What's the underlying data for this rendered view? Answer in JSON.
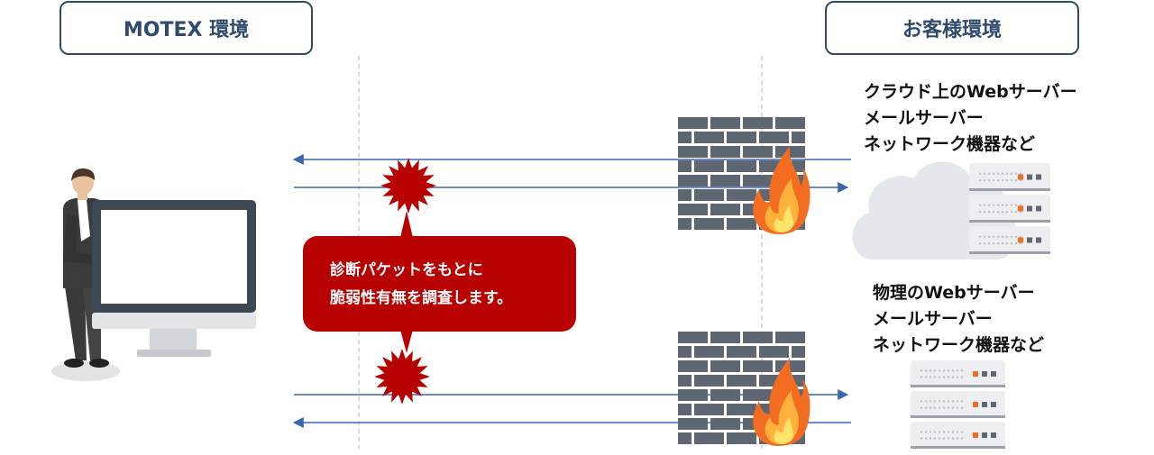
{
  "environments": {
    "left_label": "MOTEX 環境",
    "right_label": "お客様環境"
  },
  "cloud_targets": {
    "lines": [
      "クラウド上のWebサーバー",
      "メールサーバー",
      "ネットワーク機器など"
    ]
  },
  "physical_targets": {
    "lines": [
      "物理のWebサーバー",
      "メールサーバー",
      "ネットワーク機器など"
    ]
  },
  "callout": {
    "lines": [
      "診断パケットをもとに",
      "脆弱性有無を調査します。"
    ]
  },
  "colors": {
    "navy": "#2f4a6b",
    "callout_red": "#b70000",
    "arrow_blue": "#3a66b0",
    "brick": "#5e6672",
    "flame_orange": "#f26d21",
    "flame_yellow": "#ffd23f"
  }
}
